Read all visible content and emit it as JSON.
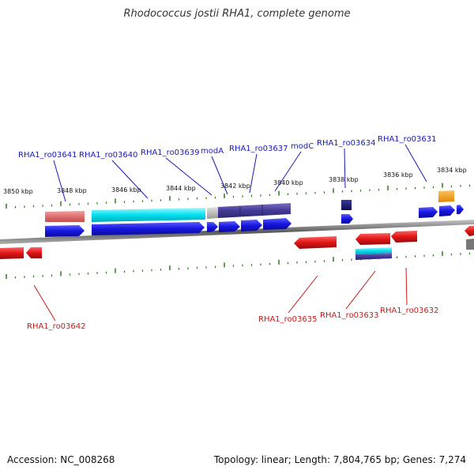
{
  "title": "Rhodococcus jostii RHA1, complete genome",
  "footer": {
    "accession": "Accession: NC_008268",
    "summary": "Topology: linear; Length: 7,804,765 bp; Genes: 7,274"
  },
  "colors": {
    "cds_forward": "#1a1ae6",
    "cds_reverse": "#e61a1a",
    "tick": "#2a7a1a",
    "label_forward": "#1a1ab8",
    "label_reverse": "#cc1a1a",
    "backbone": "#888888"
  },
  "scale_labels": [
    "3850 kbp",
    "3848 kbp",
    "3846 kbp",
    "3844 kbp",
    "3842 kbp",
    "3840 kbp",
    "3838 kbp",
    "3836 kbp",
    "3834 kbp"
  ],
  "forward_labels": [
    "RHA1_ro03641",
    "RHA1_ro03640",
    "RHA1_ro03639",
    "modA",
    "RHA1_ro03637",
    "modC",
    "RHA1_ro03634",
    "RHA1_ro03631"
  ],
  "reverse_labels": [
    "RHA1_ro03642",
    "RHA1_ro03635",
    "RHA1_ro03633",
    "RHA1_ro03632"
  ]
}
